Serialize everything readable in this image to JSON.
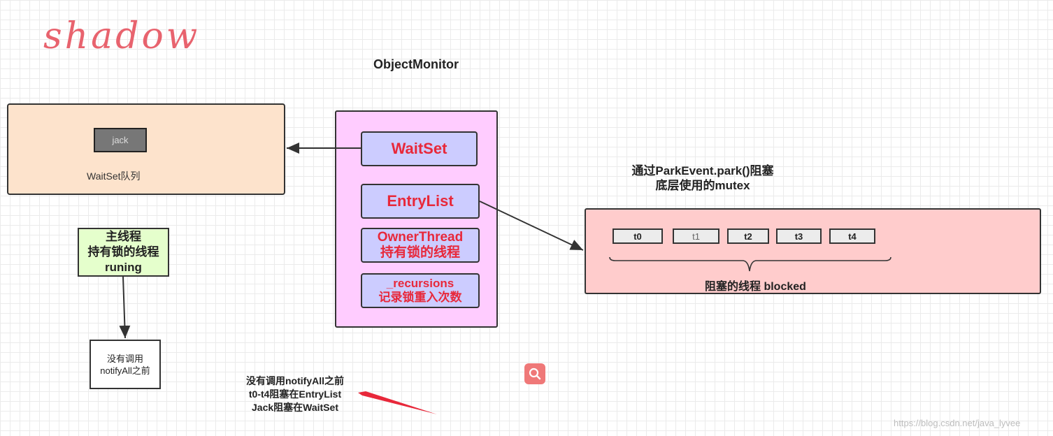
{
  "logo": {
    "text": "shadow"
  },
  "title": "ObjectMonitor",
  "waitset_queue": {
    "item": "jack",
    "caption": "WaitSet队列"
  },
  "monitor": {
    "waitset": "WaitSet",
    "entrylist": "EntryList",
    "owner_thread": [
      "OwnerThread",
      "持有锁的线程"
    ],
    "recursions": [
      "_recursions",
      "记录锁重入次数"
    ]
  },
  "main_thread": [
    "主线程",
    "持有锁的线程",
    "runing"
  ],
  "note_box": [
    "没有调用",
    "notifyAll之前"
  ],
  "park_label": [
    "通过ParkEvent.park()阻塞",
    "底层使用的mutex"
  ],
  "blocked": {
    "threads": [
      "t0",
      "t1",
      "t2",
      "t3",
      "t4"
    ],
    "caption": "阻塞的线程 blocked"
  },
  "bottom_note": [
    "没有调用notifyAll之前",
    "t0-t4阻塞在EntryList",
    "Jack阻塞在WaitSet"
  ],
  "watermark": "https://blog.csdn.net/java_lyvee",
  "icons": {
    "search": "search-icon"
  },
  "colors": {
    "field_text": "#e8283a",
    "monitor_bg": "#ffccff",
    "field_bg": "#ccccff",
    "queue_bg": "#fde3cc",
    "blocked_bg": "#ffcccc",
    "main_thread_bg": "#e5ffcc",
    "annotation_arrow": "#e8283a"
  }
}
